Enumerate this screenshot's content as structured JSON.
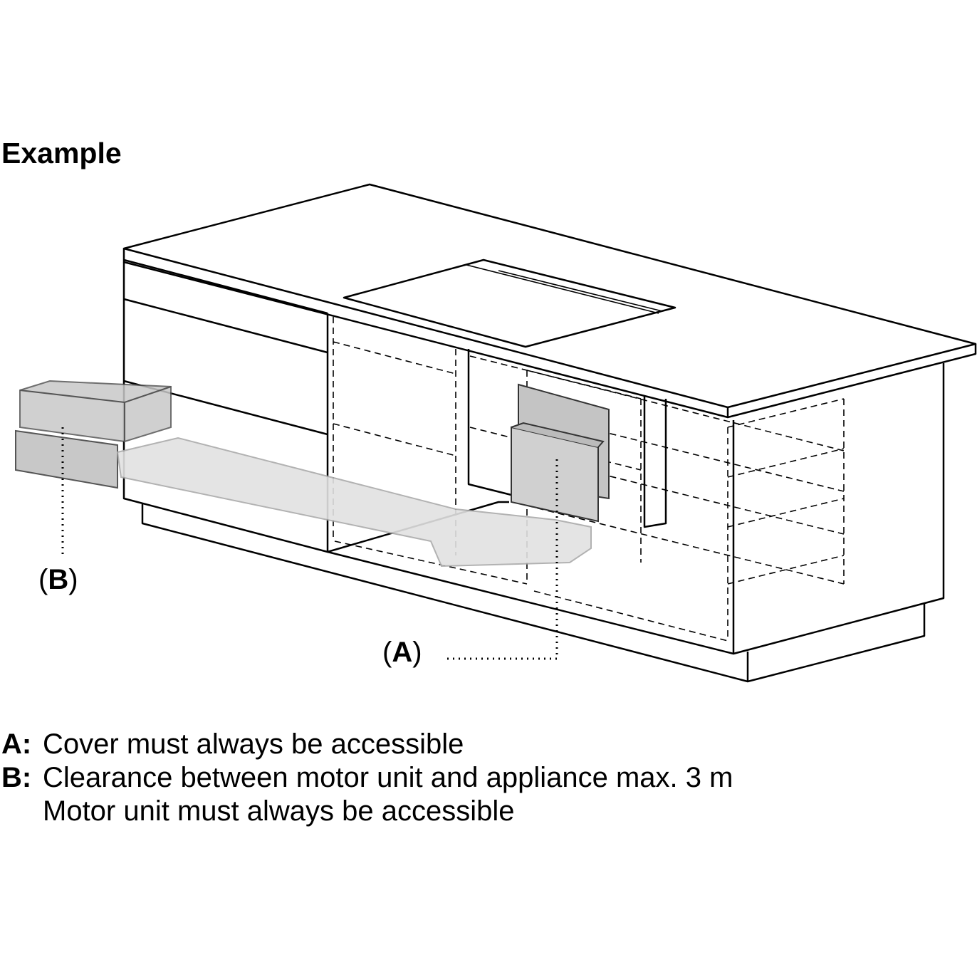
{
  "title": "Example",
  "callouts": {
    "a": {
      "open": "(",
      "letter": "A",
      "close": ")"
    },
    "b": {
      "open": "(",
      "letter": "B",
      "close": ")"
    }
  },
  "legend": [
    {
      "key": "A:",
      "lines": [
        "Cover must always be accessible"
      ]
    },
    {
      "key": "B:",
      "lines": [
        "Clearance between motor unit and appliance max. 3 m",
        "Motor unit must always be accessible"
      ]
    }
  ]
}
